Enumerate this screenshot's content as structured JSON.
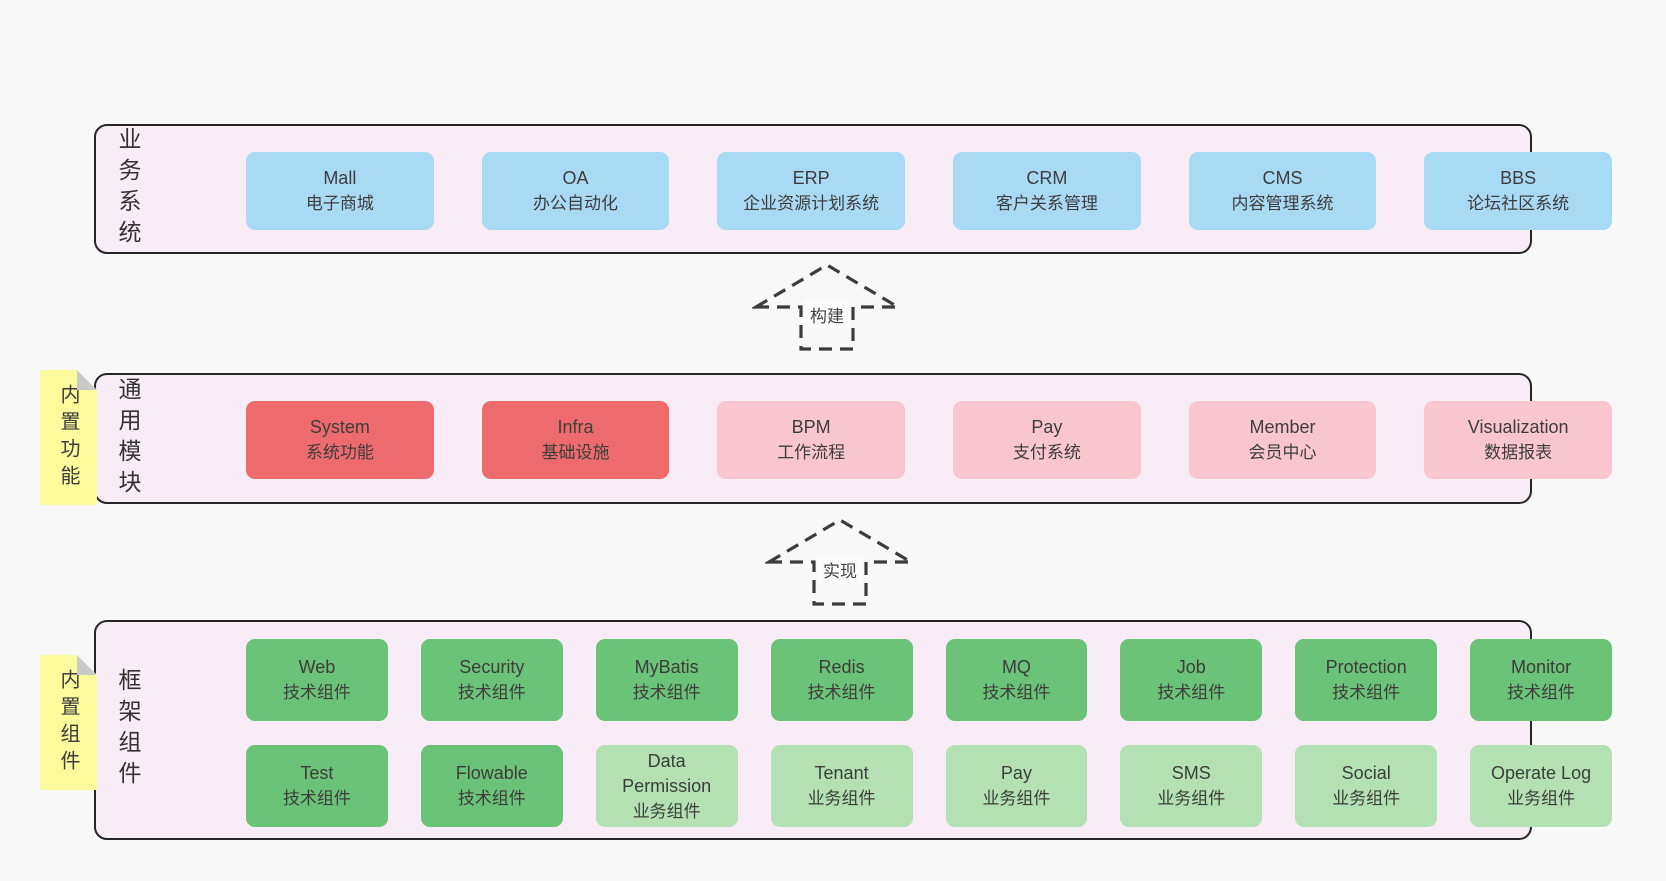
{
  "palette": {
    "page-bg": "#f8f8f8",
    "band-bg": "#f8edf6",
    "band-border": "#262626",
    "box-blue": "#a9daf3",
    "box-red": "#ee6b6d",
    "box-pink": "#f9c6cf",
    "box-green": "#6bc377",
    "box-green-light": "#b3e1b3",
    "sticky-yellow": "#fbfa9c",
    "sticky-fold": "#c9c9c9",
    "text": "#3d3d3d",
    "arrow-stroke": "#3c3c3c"
  },
  "layers": {
    "business": {
      "label": "业务系统",
      "boxes": [
        {
          "en": "Mall",
          "zh": "电子商城"
        },
        {
          "en": "OA",
          "zh": "办公自动化"
        },
        {
          "en": "ERP",
          "zh": "企业资源计划系统"
        },
        {
          "en": "CRM",
          "zh": "客户关系管理"
        },
        {
          "en": "CMS",
          "zh": "内容管理系统"
        },
        {
          "en": "BBS",
          "zh": "论坛社区系统"
        }
      ]
    },
    "modules": {
      "label": "通用模块",
      "sticky": "内置功能",
      "boxes": [
        {
          "en": "System",
          "zh": "系统功能"
        },
        {
          "en": "Infra",
          "zh": "基础设施"
        },
        {
          "en": "BPM",
          "zh": "工作流程"
        },
        {
          "en": "Pay",
          "zh": "支付系统"
        },
        {
          "en": "Member",
          "zh": "会员中心"
        },
        {
          "en": "Visualization",
          "zh": "数据报表"
        }
      ]
    },
    "components": {
      "label": "框架组件",
      "sticky": "内置组件",
      "row1": [
        {
          "en": "Web",
          "zh": "技术组件"
        },
        {
          "en": "Security",
          "zh": "技术组件"
        },
        {
          "en": "MyBatis",
          "zh": "技术组件"
        },
        {
          "en": "Redis",
          "zh": "技术组件"
        },
        {
          "en": "MQ",
          "zh": "技术组件"
        },
        {
          "en": "Job",
          "zh": "技术组件"
        },
        {
          "en": "Protection",
          "zh": "技术组件"
        },
        {
          "en": "Monitor",
          "zh": "技术组件"
        }
      ],
      "row2": [
        {
          "en": "Test",
          "zh": "技术组件"
        },
        {
          "en": "Flowable",
          "zh": "技术组件"
        },
        {
          "en": "Data Permission",
          "zh": "业务组件"
        },
        {
          "en": "Tenant",
          "zh": "业务组件"
        },
        {
          "en": "Pay",
          "zh": "业务组件"
        },
        {
          "en": "SMS",
          "zh": "业务组件"
        },
        {
          "en": "Social",
          "zh": "业务组件"
        },
        {
          "en": "Operate Log",
          "zh": "业务组件"
        }
      ]
    }
  },
  "arrows": {
    "build": {
      "label": "构建"
    },
    "implement": {
      "label": "实现"
    }
  }
}
